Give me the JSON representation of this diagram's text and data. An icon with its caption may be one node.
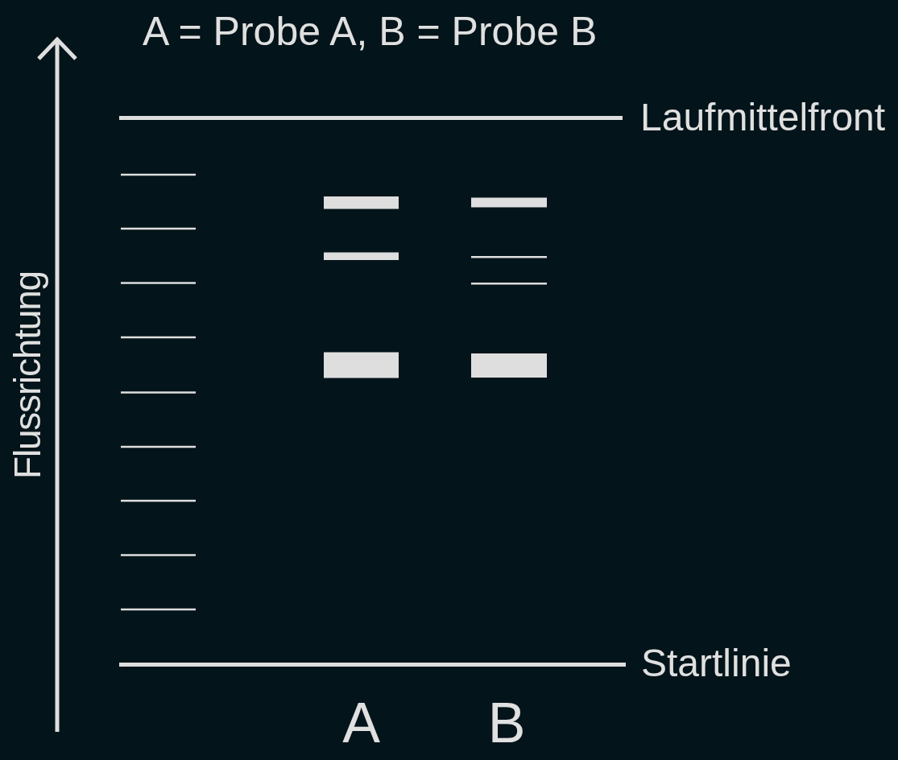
{
  "diagram": {
    "title": "A = Probe A, B = Probe B",
    "labels": [
      "Laufmittelfront",
      "Flussrichtung",
      "Startlinie",
      "A",
      "B"
    ]
  }
}
